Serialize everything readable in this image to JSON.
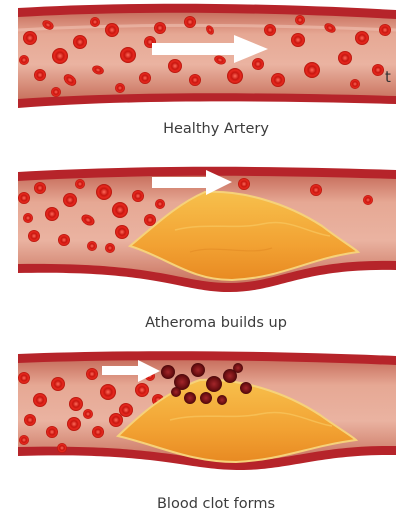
{
  "captions": {
    "panel1": "Healthy Artery",
    "panel2": "Atheroma builds up",
    "panel3": "Blood clot forms"
  },
  "edge_fragment": "t",
  "colors": {
    "vessel_wall": "#b6242a",
    "vessel_lumen": "#d99784",
    "blood_cell": "#e3241c",
    "plaque": "#f19b2c",
    "clot": "#7b1418",
    "flow_arrow": "#ffffff"
  },
  "icons": [
    "flow-arrow-icon",
    "red-blood-cell-icon",
    "plaque-icon",
    "clot-icon"
  ]
}
